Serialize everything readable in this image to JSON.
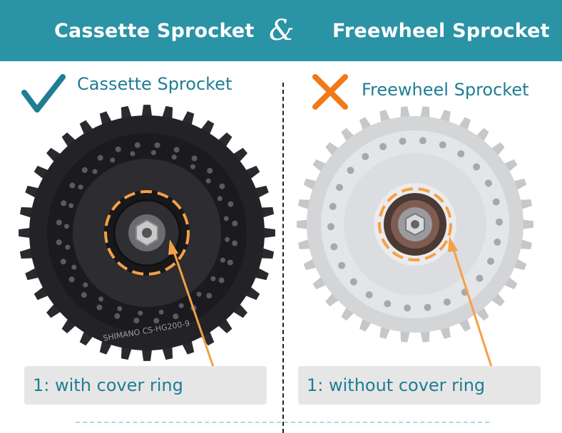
{
  "header": {
    "left_title": "Cassette Sprocket",
    "ampersand": "&",
    "right_title": "Freewheel Sprocket"
  },
  "left_panel": {
    "label": "Cassette Sprocket",
    "caption": "1: with cover ring",
    "icon": "checkmark-icon",
    "gear_text": "SHIMANO CS-HG200-9"
  },
  "right_panel": {
    "label": "Freewheel Sprocket",
    "caption": "1: without cover ring",
    "icon": "cross-icon"
  },
  "colors": {
    "banner": "#2b93a6",
    "accent_text": "#1f7d94",
    "marker": "#f5a045",
    "cross": "#f07a18",
    "caption_bg": "#e6e6e6"
  }
}
